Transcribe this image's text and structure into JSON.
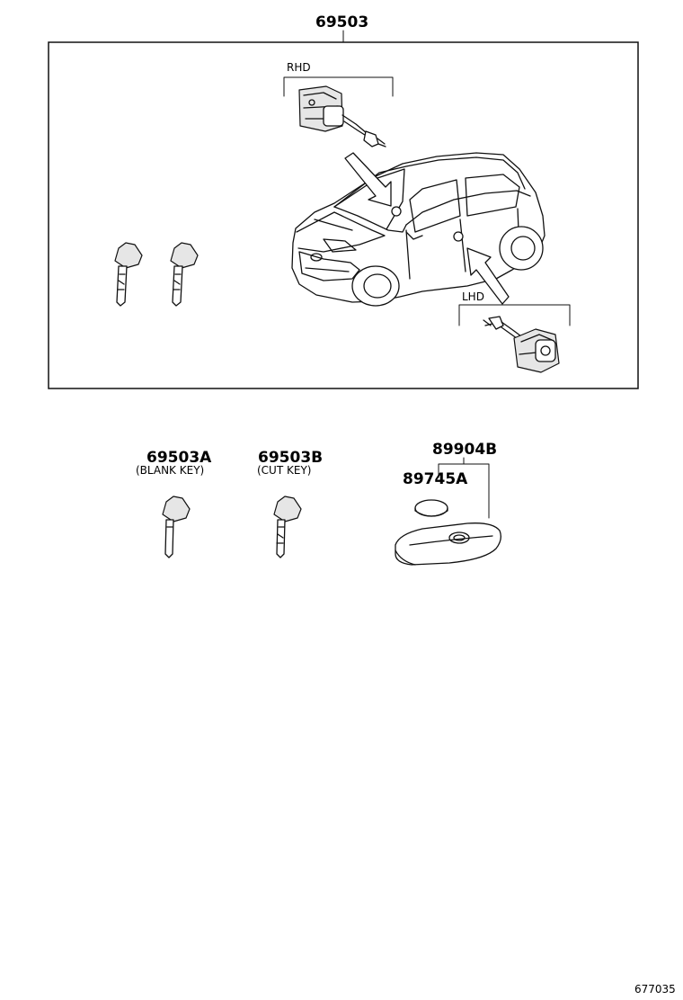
{
  "labels": {
    "assembly": "69503",
    "rhd": "RHD",
    "lhd": "LHD",
    "blank_key_part": "69503A",
    "blank_key_desc": "(BLANK KEY)",
    "cut_key_part": "69503B",
    "cut_key_desc": "(CUT KEY)",
    "remote_part": "89904B",
    "battery_part": "89745A",
    "figure_ref": "677035"
  }
}
